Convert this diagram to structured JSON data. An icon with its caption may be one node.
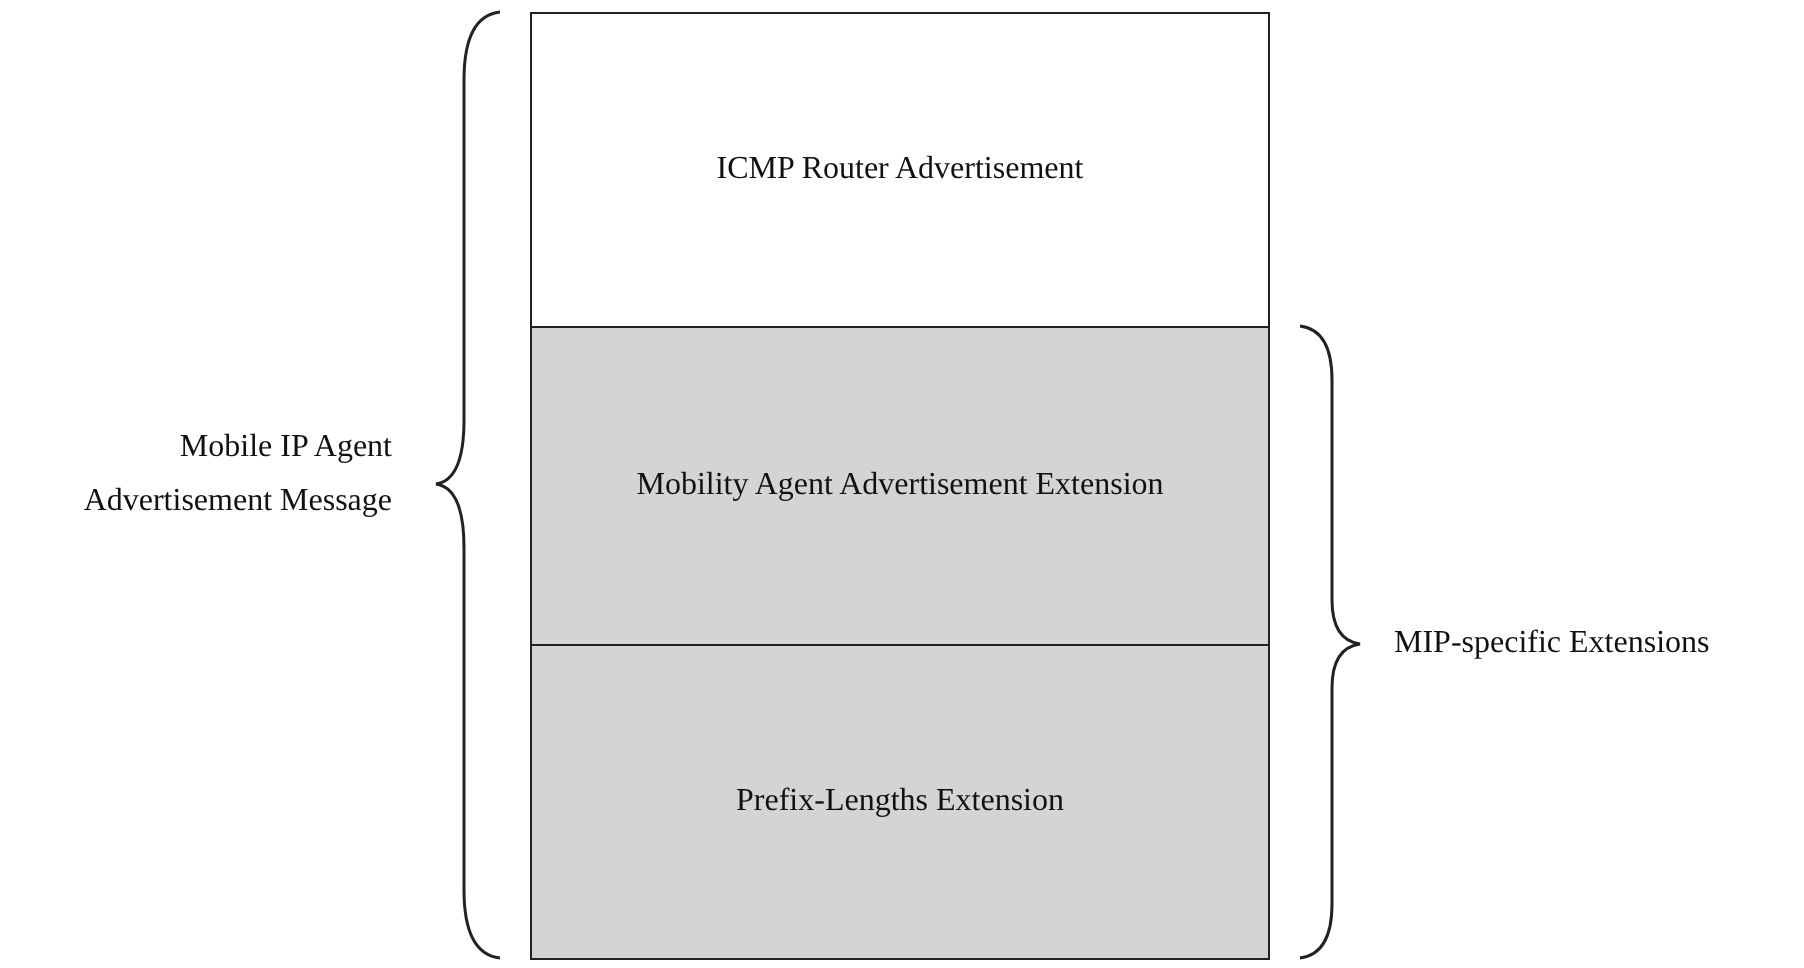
{
  "diagram": {
    "nodes": [
      {
        "text": [
          "ICMP Router Advertisement"
        ]
      },
      {
        "text": [
          "Mobility Agent Advertisement Extension"
        ]
      },
      {
        "text": [
          "Prefix-Lengths Extension"
        ]
      }
    ],
    "edges": [],
    "labels": [
      "Mobile IP Agent Advertisement Message",
      "MIP-specific Extensions"
    ]
  }
}
